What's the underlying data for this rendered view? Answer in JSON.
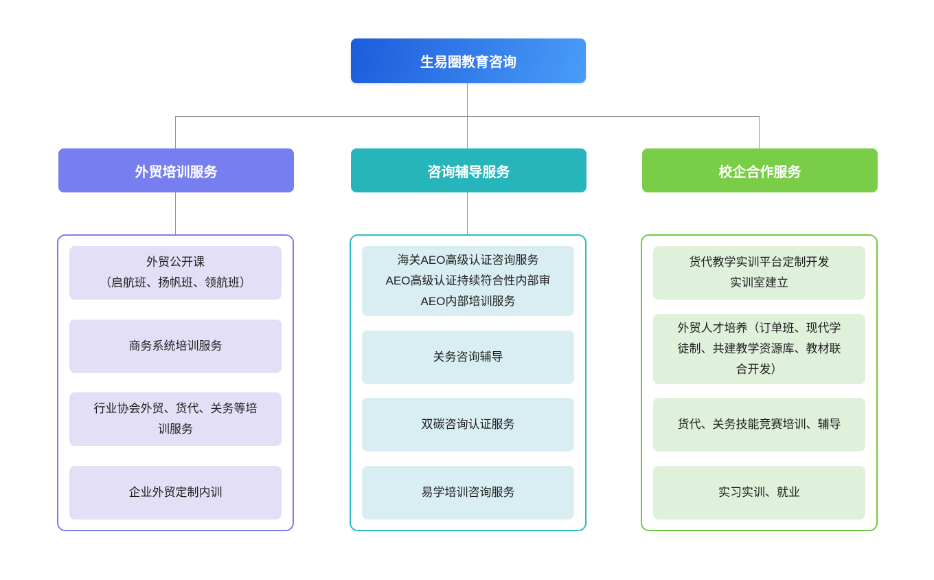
{
  "colors": {
    "connector": "#8D939C",
    "root-grad-a": "#1C5CDB",
    "root-grad-b": "#4A9CF8",
    "b1": "#777EF0",
    "b1-border": "#7B7BEE",
    "b1-item": "#E2DFF6",
    "b2": "#27B5BC",
    "b2-border": "#2ABCC2",
    "b2-item": "#D9EEF2",
    "b3": "#7ACD47",
    "b3-border": "#6FC93F",
    "b3-item": "#DFF0DB",
    "item-text": "#1F1F1F"
  },
  "root": {
    "label": "生易圈教育咨询"
  },
  "branches": [
    {
      "label": "外贸培训服务",
      "items": [
        "外贸公开课\n（启航班、扬帆班、领航班）",
        "商务系统培训服务",
        "行业协会外贸、货代、关务等培训服务",
        "企业外贸定制内训"
      ]
    },
    {
      "label": "咨询辅导服务",
      "items": [
        "海关AEO高级认证咨询服务\nAEO高级认证持续符合性内部审\nAEO内部培训服务",
        "关务咨询辅导",
        "双碳咨询认证服务",
        "易学培训咨询服务"
      ]
    },
    {
      "label": "校企合作服务",
      "items": [
        "货代教学实训平台定制开发\n实训室建立",
        "外贸人才培养（订单班、现代学徒制、共建教学资源库、教材联合开发）",
        "货代、关务技能竞赛培训、辅导",
        "实习实训、就业"
      ]
    }
  ]
}
